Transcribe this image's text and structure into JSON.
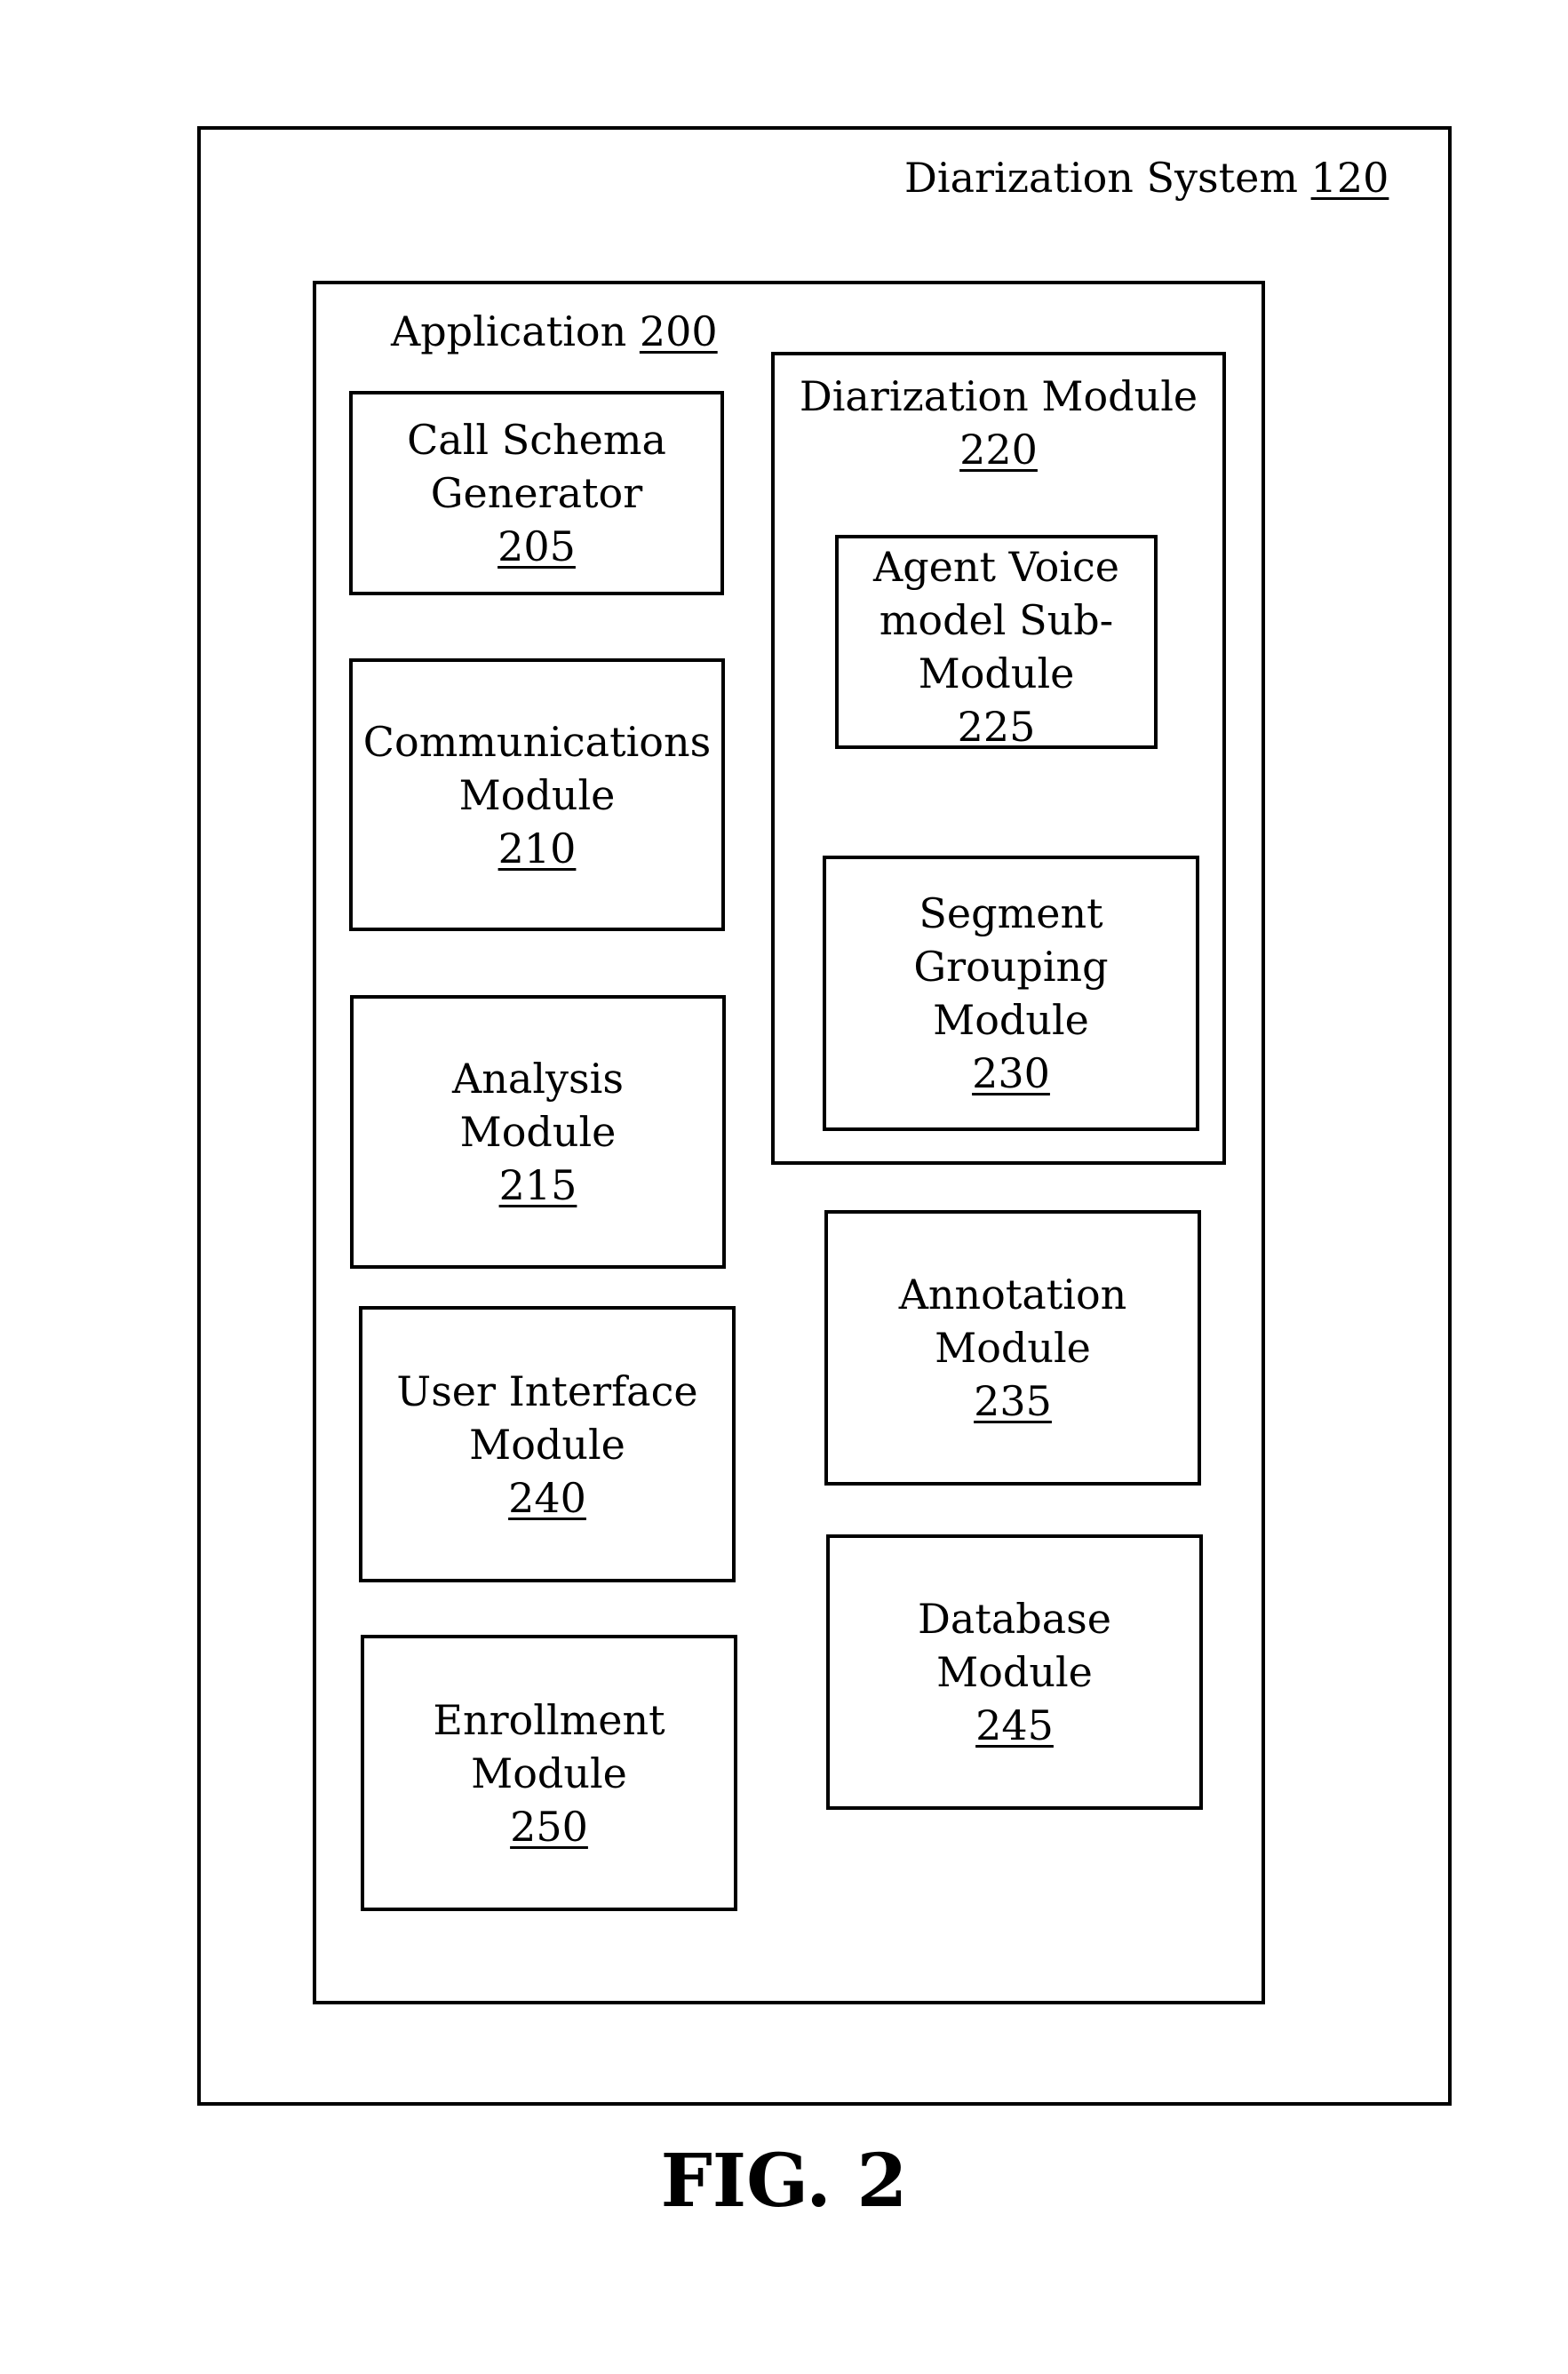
{
  "system": {
    "title": "Diarization System",
    "ref": "120"
  },
  "application": {
    "title": "Application",
    "ref": "200"
  },
  "diarization_module": {
    "title": "Diarization Module",
    "ref": "220"
  },
  "modules": {
    "call_schema": {
      "line1": "Call Schema",
      "line2": "Generator",
      "ref": "205"
    },
    "communications": {
      "line1": "Communications",
      "line2": "Module",
      "ref": "210"
    },
    "analysis": {
      "line1": "Analysis",
      "line2": "Module",
      "ref": "215"
    },
    "user_interface": {
      "line1": "User Interface",
      "line2": "Module",
      "ref": "240"
    },
    "enrollment": {
      "line1": "Enrollment",
      "line2": "Module",
      "ref": "250"
    },
    "agent_voice": {
      "line1": "Agent Voice",
      "line2": "model Sub-",
      "line3": "Module",
      "ref": "225"
    },
    "segment_grouping": {
      "line1": "Segment",
      "line2": "Grouping",
      "line3": "Module",
      "ref": "230"
    },
    "annotation": {
      "line1": "Annotation",
      "line2": "Module",
      "ref": "235"
    },
    "database": {
      "line1": "Database",
      "line2": "Module",
      "ref": "245"
    }
  },
  "figure_label": "FIG. 2"
}
